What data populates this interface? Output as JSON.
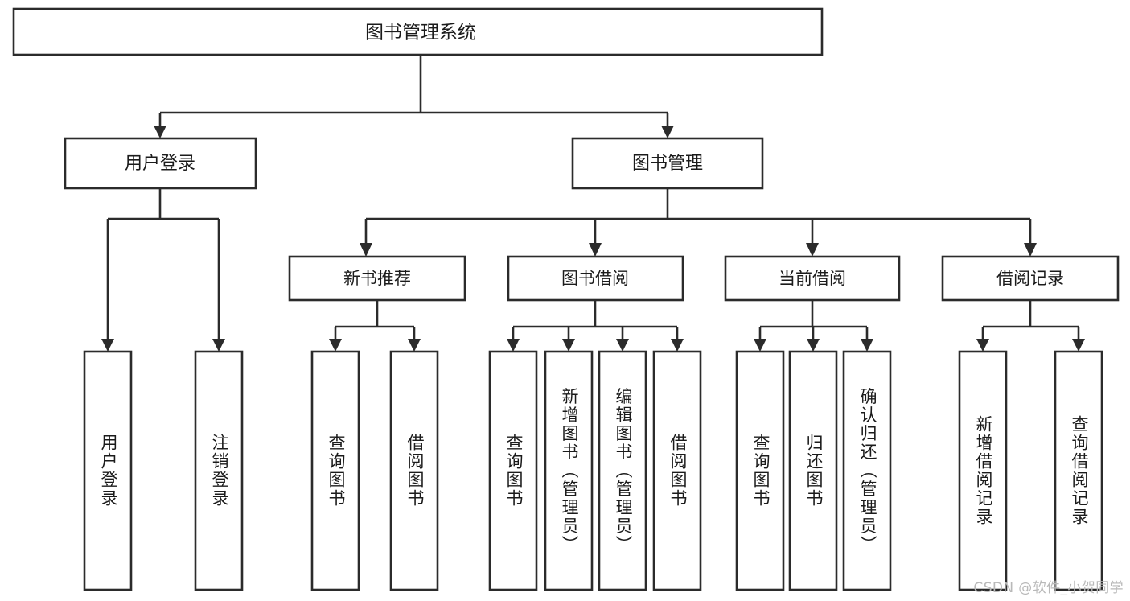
{
  "diagram": {
    "type": "tree",
    "title": "图书管理系统",
    "watermark": "CSDN @软件_小贺同学",
    "colors": {
      "stroke": "#2b2b2b",
      "box_fill": "#ffffff",
      "text": "#1b1b1b",
      "background": "#ffffff",
      "watermark": "#b9b9b9"
    }
  },
  "root": {
    "label": "图书管理系统"
  },
  "level1": [
    {
      "label": "用户登录"
    },
    {
      "label": "图书管理"
    }
  ],
  "level2": [
    {
      "label": "新书推荐"
    },
    {
      "label": "图书借阅"
    },
    {
      "label": "当前借阅"
    },
    {
      "label": "借阅记录"
    }
  ],
  "leaves": {
    "user_login": [
      {
        "label": "用户登录"
      },
      {
        "label": "注销登录"
      }
    ],
    "new_book_recommend": [
      {
        "label": "查询图书"
      },
      {
        "label": "借阅图书"
      }
    ],
    "book_borrow": [
      {
        "label": "查询图书"
      },
      {
        "label": "新增图书（管理员）"
      },
      {
        "label": "编辑图书（管理员）"
      },
      {
        "label": "借阅图书"
      }
    ],
    "current_borrow": [
      {
        "label": "查询图书"
      },
      {
        "label": "归还图书"
      },
      {
        "label": "确认归还（管理员）"
      }
    ],
    "borrow_record": [
      {
        "label": "新增借阅记录"
      },
      {
        "label": "查询借阅记录"
      }
    ]
  }
}
